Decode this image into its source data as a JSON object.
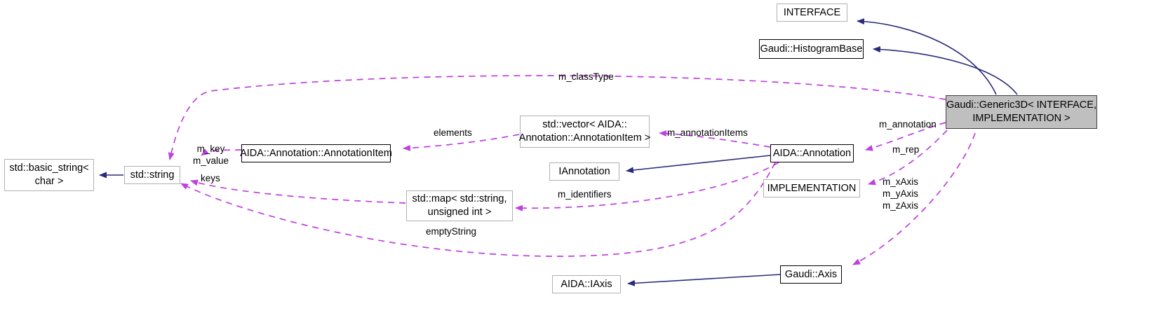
{
  "diagram": {
    "title": "Gaudi::Generic3D< INTERFACE, IMPLEMENTATION > collaboration diagram",
    "type": "uml-collaboration-diagram",
    "colors": {
      "inheritance_edge": "#2a2a7a",
      "usage_edge": "#bf3fdf",
      "node_border": "#b0b0b0",
      "node_border_solid": "#000000",
      "highlight_fill": "#bfbfbf",
      "background": "#ffffff"
    },
    "nodes": [
      {
        "id": "interface",
        "label": "INTERFACE",
        "style": "light"
      },
      {
        "id": "histogrambase",
        "label": "Gaudi::HistogramBase",
        "style": "solid"
      },
      {
        "id": "generic3d",
        "label": "Gaudi::Generic3D< INTERFACE,\nIMPLEMENTATION >",
        "style": "highlight"
      },
      {
        "id": "basicstring",
        "label": "std::basic_string<\nchar >",
        "style": "light"
      },
      {
        "id": "stdstring",
        "label": "std::string",
        "style": "light"
      },
      {
        "id": "annotationitem",
        "label": "AIDA::Annotation::AnnotationItem",
        "style": "solid"
      },
      {
        "id": "vectoritem",
        "label": "std::vector< AIDA::\nAnnotation::AnnotationItem >",
        "style": "light"
      },
      {
        "id": "annotation",
        "label": "AIDA::Annotation",
        "style": "solid"
      },
      {
        "id": "iannotation",
        "label": "IAnnotation",
        "style": "light"
      },
      {
        "id": "implementation",
        "label": "IMPLEMENTATION",
        "style": "light"
      },
      {
        "id": "mapstring",
        "label": "std::map< std::string,\nunsigned int >",
        "style": "light"
      },
      {
        "id": "iaxis",
        "label": "AIDA::IAxis",
        "style": "light"
      },
      {
        "id": "gaudiaxis",
        "label": "Gaudi::Axis",
        "style": "solid"
      }
    ],
    "edge_labels": [
      {
        "id": "m_classType",
        "text": "m_classType"
      },
      {
        "id": "elements",
        "text": "elements"
      },
      {
        "id": "m_annotationItems",
        "text": "m_annotationItems"
      },
      {
        "id": "m_key_m_value",
        "text": "m_key\nm_value"
      },
      {
        "id": "keys",
        "text": "keys"
      },
      {
        "id": "m_identifiers",
        "text": "m_identifiers"
      },
      {
        "id": "emptyString",
        "text": "emptyString"
      },
      {
        "id": "m_annotation",
        "text": "m_annotation"
      },
      {
        "id": "m_rep",
        "text": "m_rep"
      },
      {
        "id": "m_axes",
        "text": "m_xAxis\nm_yAxis\nm_zAxis"
      }
    ],
    "edges": [
      {
        "from": "generic3d",
        "to": "interface",
        "kind": "inheritance",
        "label": ""
      },
      {
        "from": "generic3d",
        "to": "histogrambase",
        "kind": "inheritance",
        "label": ""
      },
      {
        "from": "generic3d",
        "to": "stdstring",
        "kind": "usage",
        "label": "m_classType"
      },
      {
        "from": "generic3d",
        "to": "annotation",
        "kind": "usage",
        "label": "m_annotation"
      },
      {
        "from": "generic3d",
        "to": "implementation",
        "kind": "usage",
        "label": "m_rep"
      },
      {
        "from": "generic3d",
        "to": "gaudiaxis",
        "kind": "usage",
        "label": "m_xAxis m_yAxis m_zAxis"
      },
      {
        "from": "annotation",
        "to": "vectoritem",
        "kind": "usage",
        "label": "m_annotationItems"
      },
      {
        "from": "annotation",
        "to": "iannotation",
        "kind": "inheritance",
        "label": ""
      },
      {
        "from": "annotation",
        "to": "mapstring",
        "kind": "usage",
        "label": "m_identifiers"
      },
      {
        "from": "annotation",
        "to": "stdstring",
        "kind": "usage",
        "label": "emptyString"
      },
      {
        "from": "vectoritem",
        "to": "annotationitem",
        "kind": "usage",
        "label": "elements"
      },
      {
        "from": "annotationitem",
        "to": "stdstring",
        "kind": "usage",
        "label": "m_key m_value"
      },
      {
        "from": "mapstring",
        "to": "stdstring",
        "kind": "usage",
        "label": "keys"
      },
      {
        "from": "stdstring",
        "to": "basicstring",
        "kind": "inheritance",
        "label": ""
      },
      {
        "from": "gaudiaxis",
        "to": "iaxis",
        "kind": "inheritance",
        "label": ""
      }
    ]
  }
}
